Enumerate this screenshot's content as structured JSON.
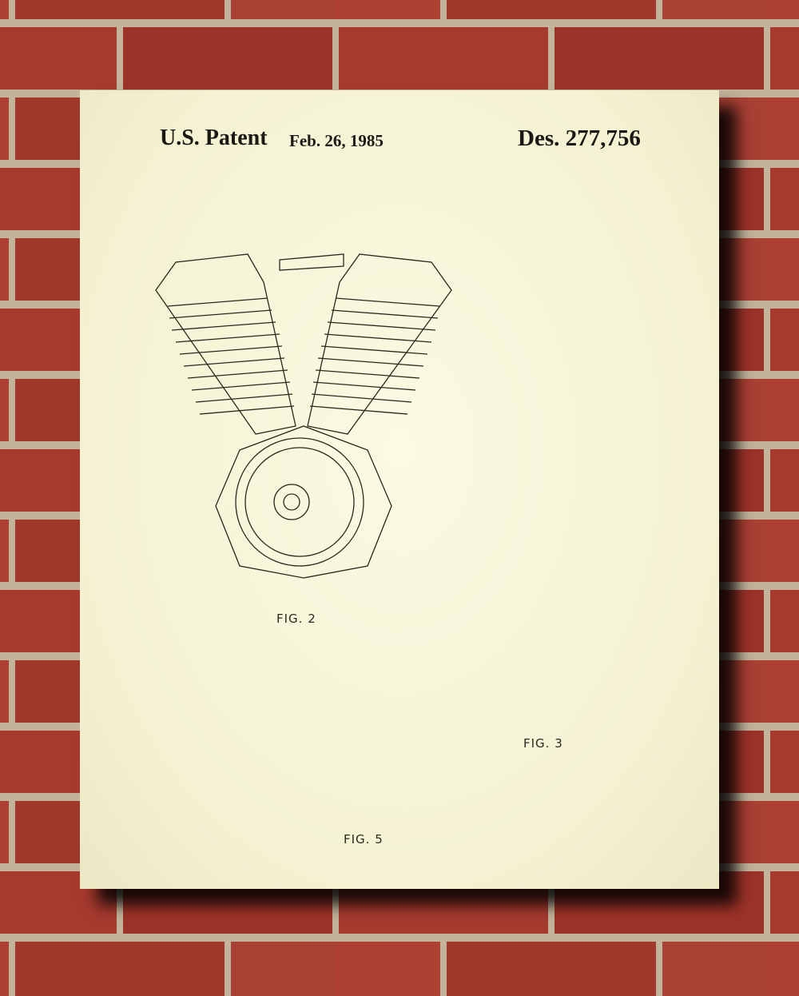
{
  "poster": {
    "header_left": "U.S. Patent",
    "header_date": "Feb. 26, 1985",
    "header_right": "Des. 277,756",
    "figures": [
      {
        "label": "FIG. 2"
      },
      {
        "label": "FIG. 3"
      },
      {
        "label": "FIG. 5"
      }
    ]
  },
  "colors": {
    "paper": "#f7f5d8",
    "brick": "#a63a2e",
    "mortar": "#c2b39a",
    "ink": "#2a281c"
  }
}
